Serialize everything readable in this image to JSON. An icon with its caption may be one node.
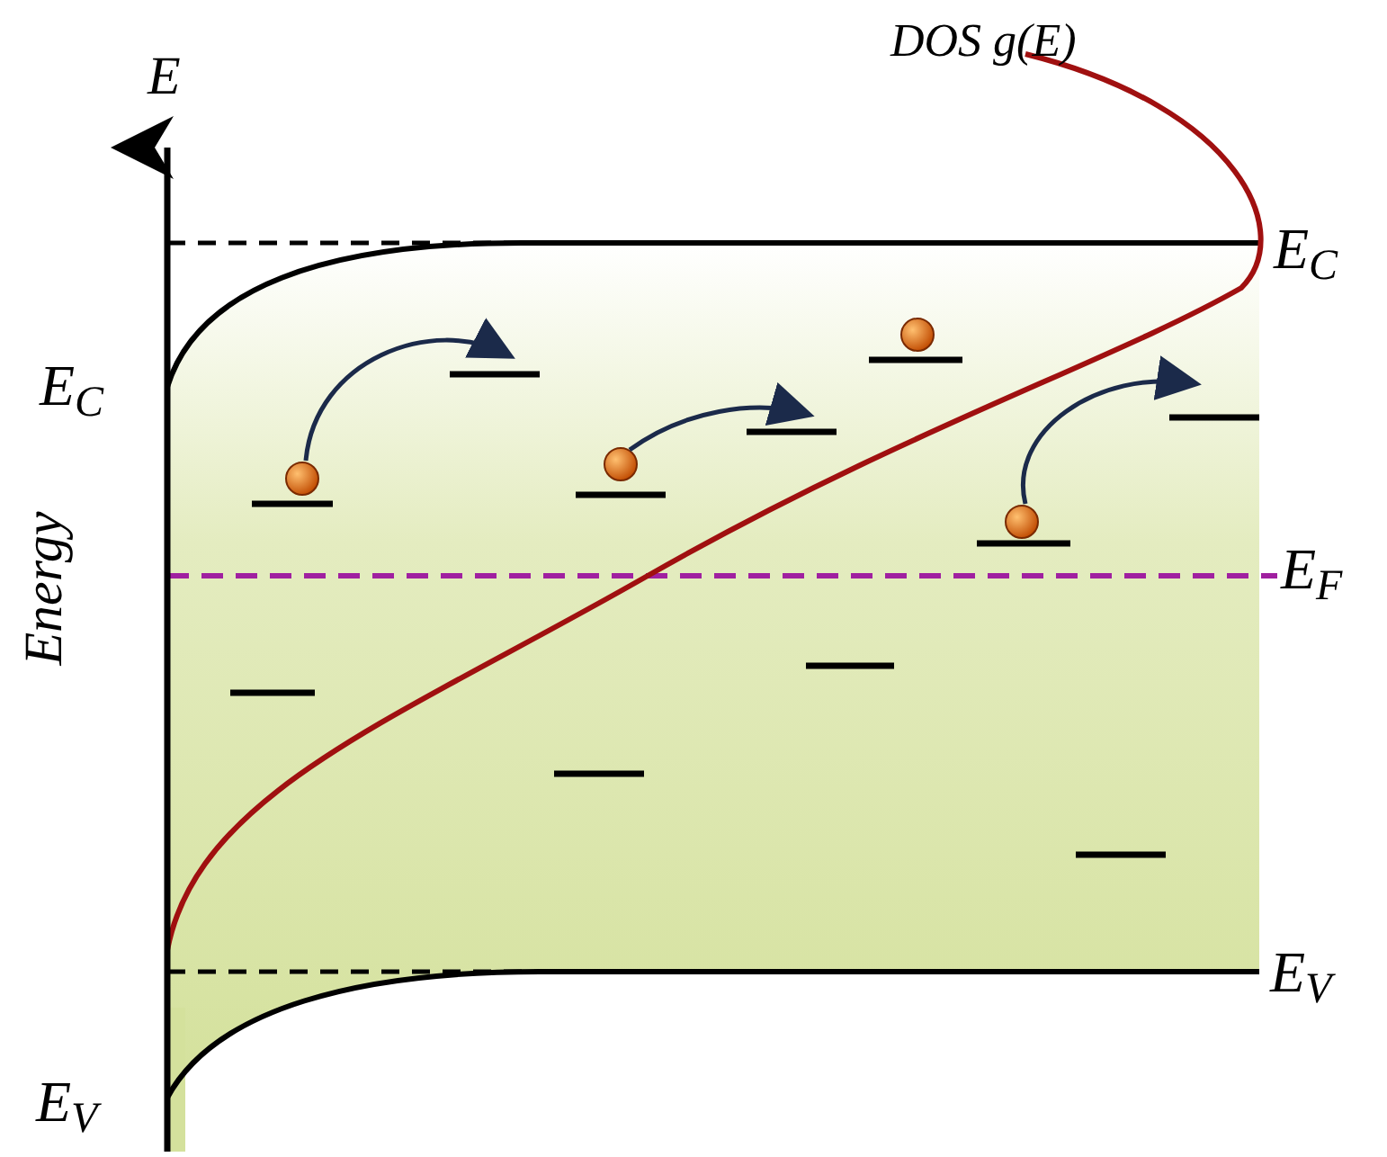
{
  "diagram": {
    "labels": [
      "DOS g(E)",
      "E",
      "E$_{C}$",
      "E$_{C}$",
      "E$_{F}$",
      "Energy",
      "E$_{V}$",
      "E$_{V}$"
    ]
  }
}
